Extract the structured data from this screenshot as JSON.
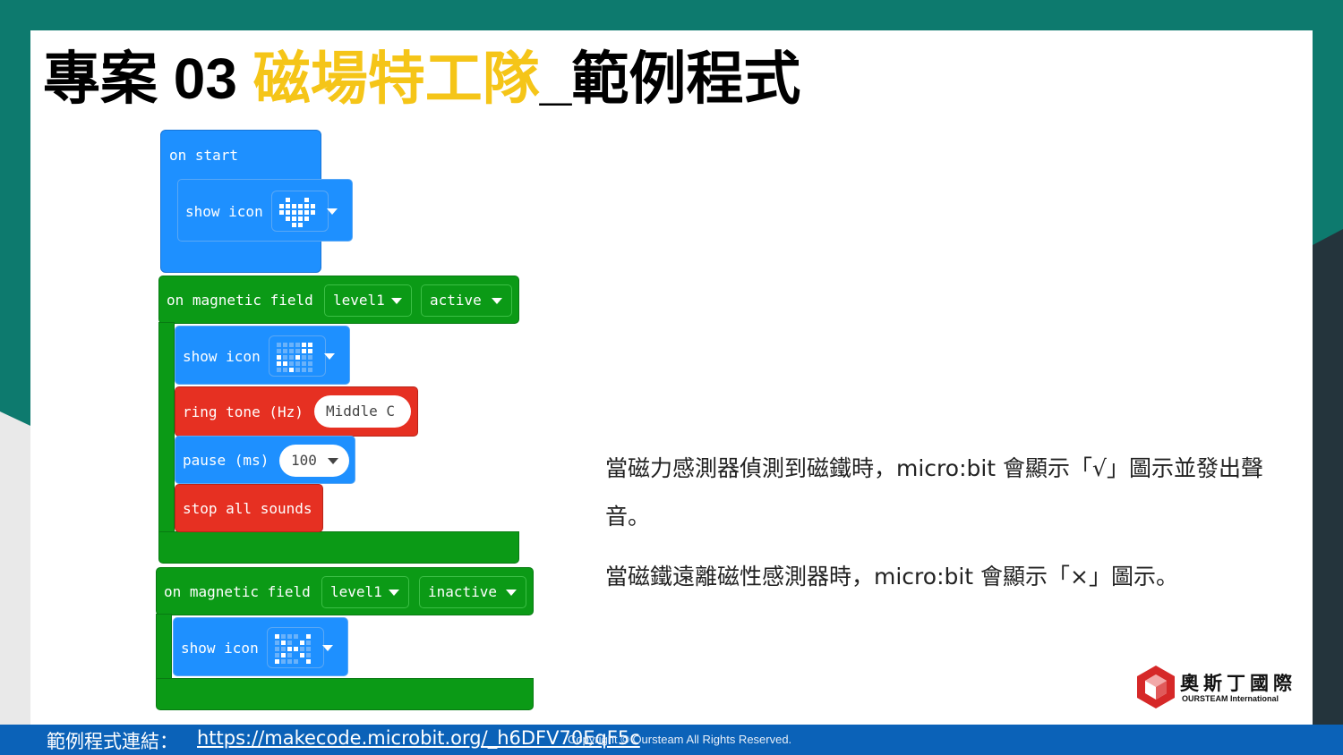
{
  "slide": {
    "title_part1": "專案 03 ",
    "title_highlight": "磁場特工隊",
    "title_part2": "_範例程式",
    "accent_color": "#f5c518"
  },
  "blocks": {
    "on_start": {
      "label": "on start"
    },
    "show_icon_heart": {
      "label": "show icon",
      "icon": "heart-icon"
    },
    "magnetic_active": {
      "label": "on magnetic field",
      "level": "level1",
      "state": "active"
    },
    "show_icon_check": {
      "label": "show icon",
      "icon": "check-icon"
    },
    "ring_tone": {
      "label": "ring tone (Hz)",
      "value": "Middle C"
    },
    "pause": {
      "label": "pause (ms)",
      "value": "100"
    },
    "stop_all_sounds": {
      "label": "stop all sounds"
    },
    "magnetic_inactive": {
      "label": "on magnetic field",
      "level": "level1",
      "state": "inactive"
    },
    "show_icon_x": {
      "label": "show icon",
      "icon": "x-icon"
    }
  },
  "description": {
    "line1": "當磁力感測器偵測到磁鐵時，micro:bit 會顯示「√」圖示並發出聲音。",
    "line2": "當磁鐵遠離磁性感測器時，micro:bit 會顯示「×」圖示。"
  },
  "logo": {
    "name": "奧斯丁國際",
    "sub": "OURSTEAM International"
  },
  "footer": {
    "label": "範例程式連結：",
    "link": "https://makecode.microbit.org/_h6DFV70EqF5c",
    "copyright": "Copyright © Oursteam All Rights Reserved."
  },
  "colors": {
    "blue_block": "#1e90ff",
    "green_block": "#0b9a16",
    "red_block": "#e63022",
    "footer_bar": "#0b62b8",
    "teal_frame": "#0d7a6e"
  }
}
